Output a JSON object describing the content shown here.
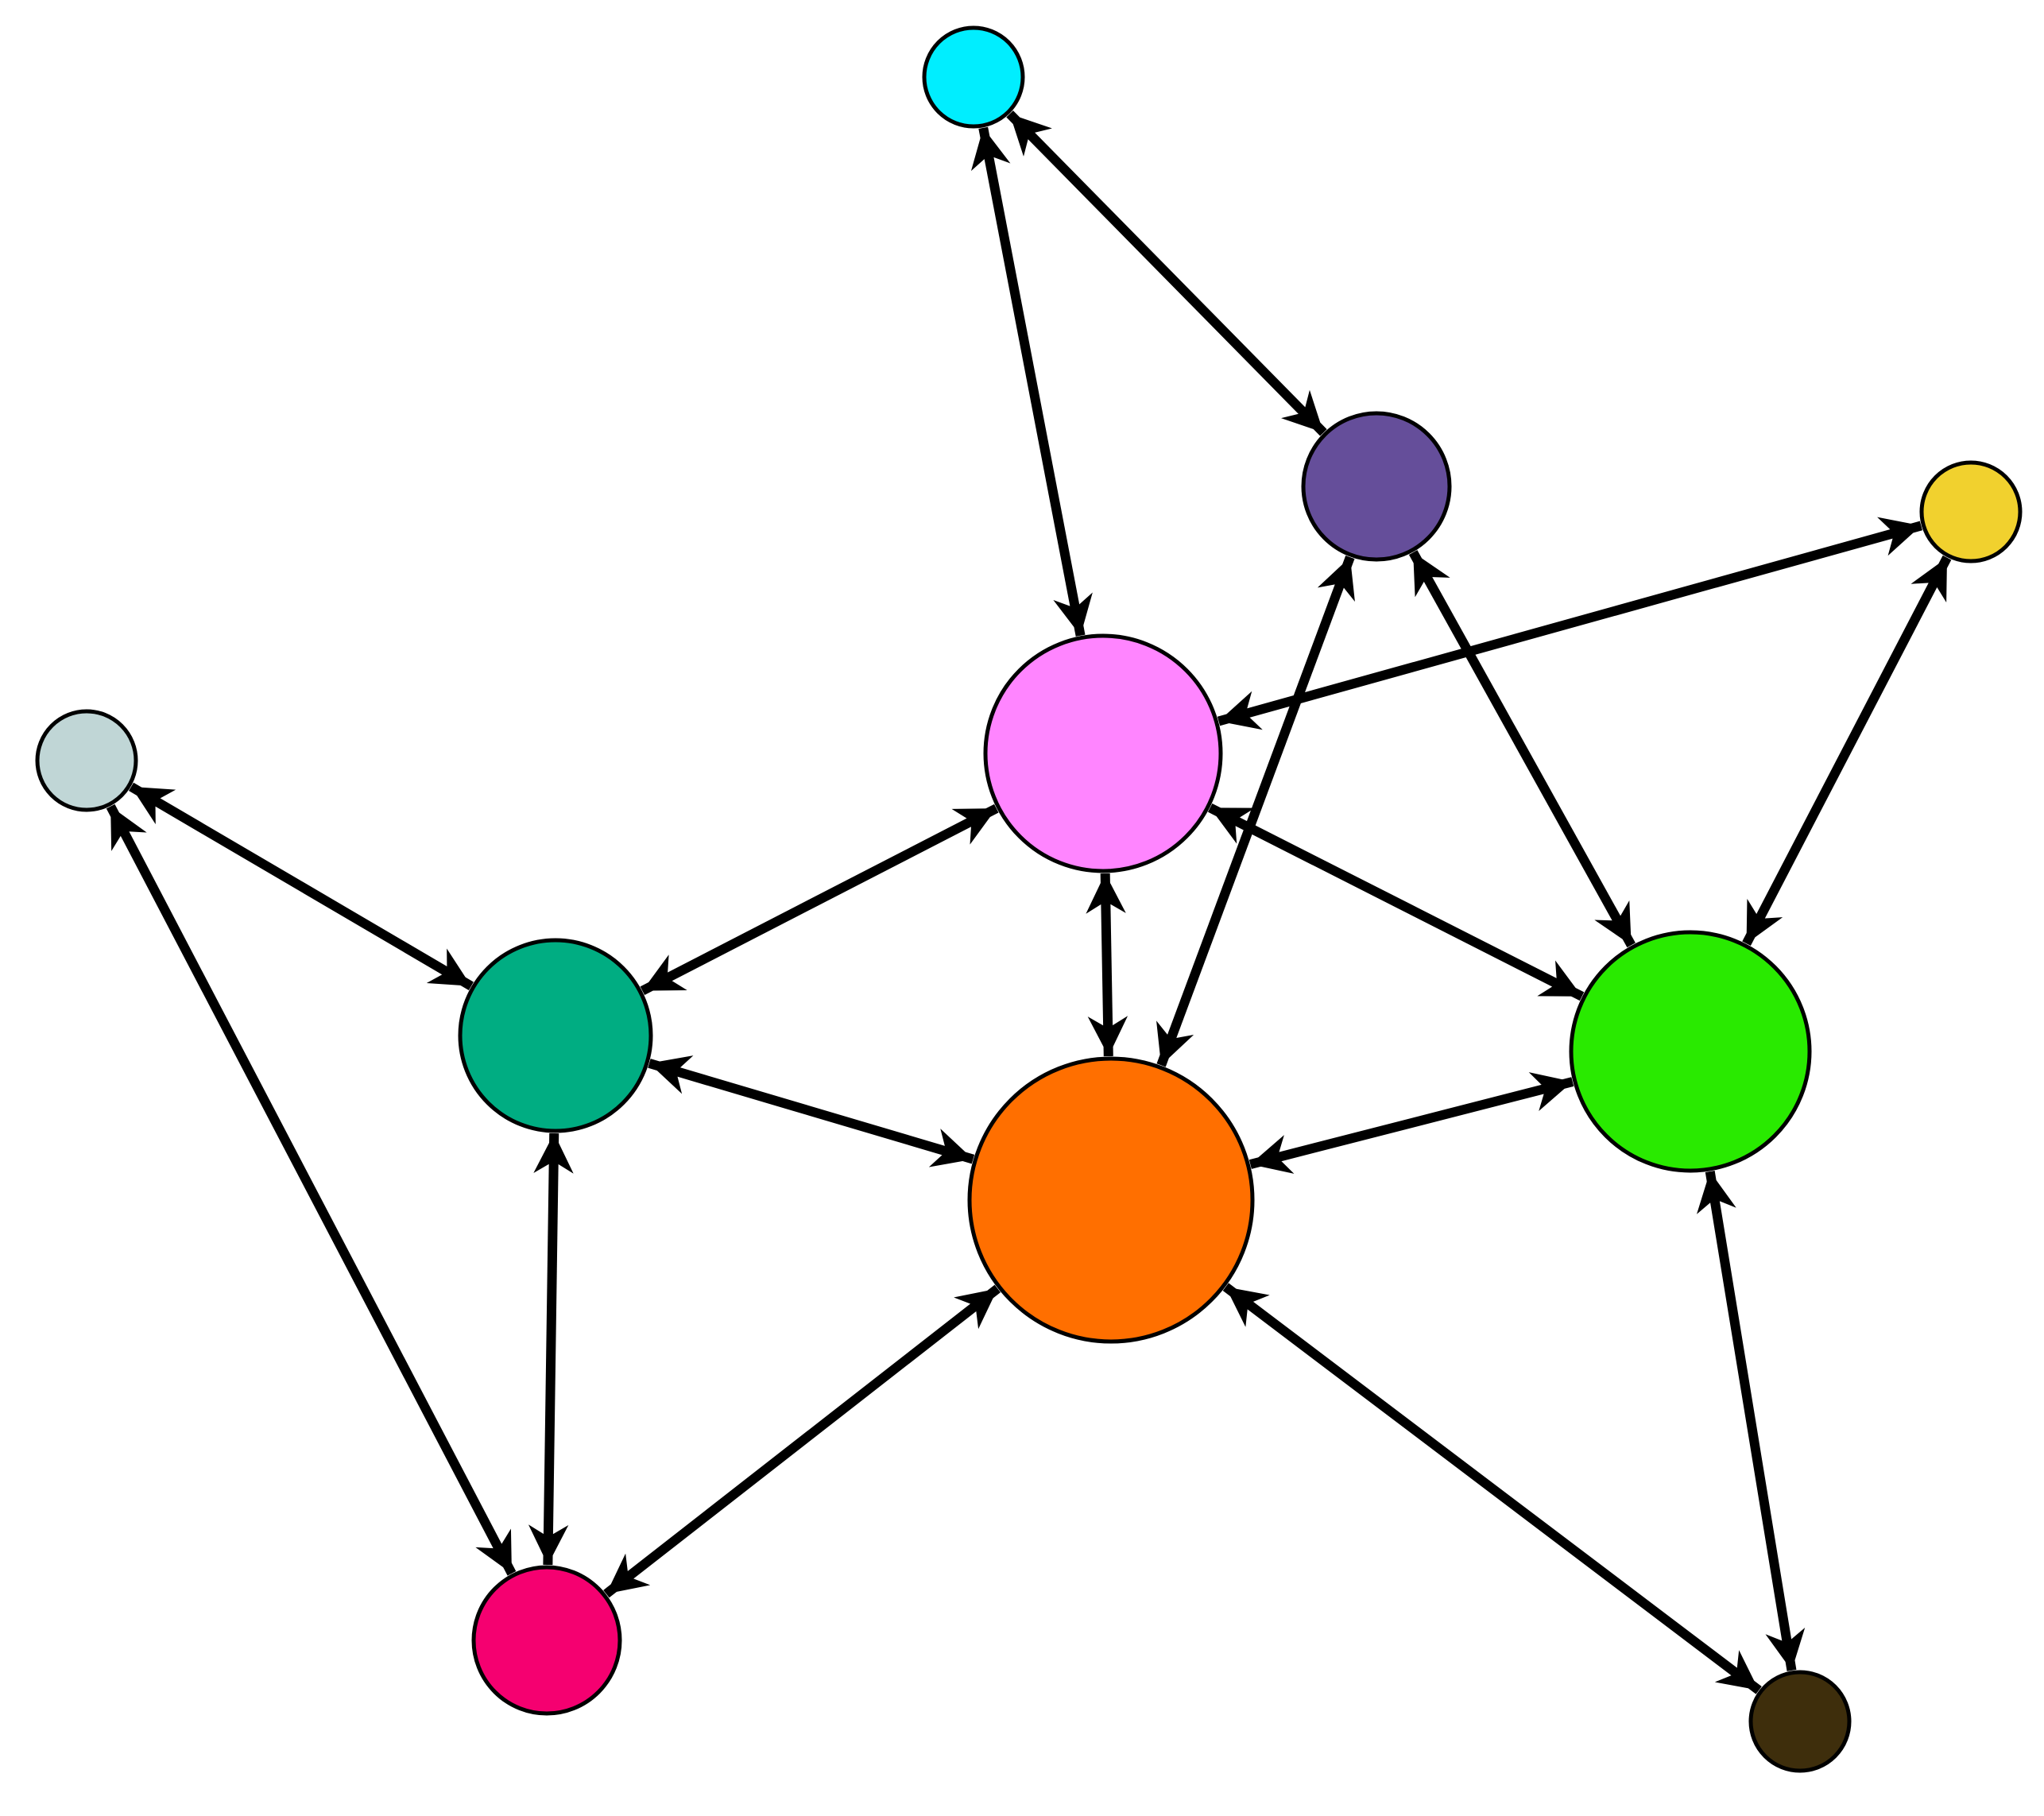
{
  "diagram": {
    "type": "network-graph",
    "directed": "bidirectional",
    "edge_color": "#000000",
    "node_border_color": "#000000",
    "nodes": [
      {
        "id": "cyan",
        "color": "#00EEFF",
        "size": "small"
      },
      {
        "id": "purple",
        "color": "#654E9A",
        "size": "medium"
      },
      {
        "id": "yellow",
        "color": "#F1D12E",
        "size": "small"
      },
      {
        "id": "pink",
        "color": "#FF85FF",
        "size": "large"
      },
      {
        "id": "lightgray",
        "color": "#C0D6D6",
        "size": "small"
      },
      {
        "id": "teal",
        "color": "#00AD82",
        "size": "medium"
      },
      {
        "id": "orange",
        "color": "#FF6F00",
        "size": "xlarge"
      },
      {
        "id": "green",
        "color": "#29EA00",
        "size": "large"
      },
      {
        "id": "magenta",
        "color": "#F50070",
        "size": "medium"
      },
      {
        "id": "brown",
        "color": "#3E2E0C",
        "size": "small"
      }
    ],
    "edges": [
      {
        "from": "cyan",
        "to": "purple"
      },
      {
        "from": "cyan",
        "to": "pink"
      },
      {
        "from": "purple",
        "to": "orange"
      },
      {
        "from": "purple",
        "to": "green"
      },
      {
        "from": "yellow",
        "to": "pink"
      },
      {
        "from": "yellow",
        "to": "green"
      },
      {
        "from": "lightgray",
        "to": "teal"
      },
      {
        "from": "lightgray",
        "to": "magenta"
      },
      {
        "from": "teal",
        "to": "pink"
      },
      {
        "from": "teal",
        "to": "orange"
      },
      {
        "from": "teal",
        "to": "magenta"
      },
      {
        "from": "pink",
        "to": "orange"
      },
      {
        "from": "pink",
        "to": "green"
      },
      {
        "from": "orange",
        "to": "green"
      },
      {
        "from": "orange",
        "to": "magenta"
      },
      {
        "from": "orange",
        "to": "brown"
      },
      {
        "from": "green",
        "to": "brown"
      }
    ]
  }
}
